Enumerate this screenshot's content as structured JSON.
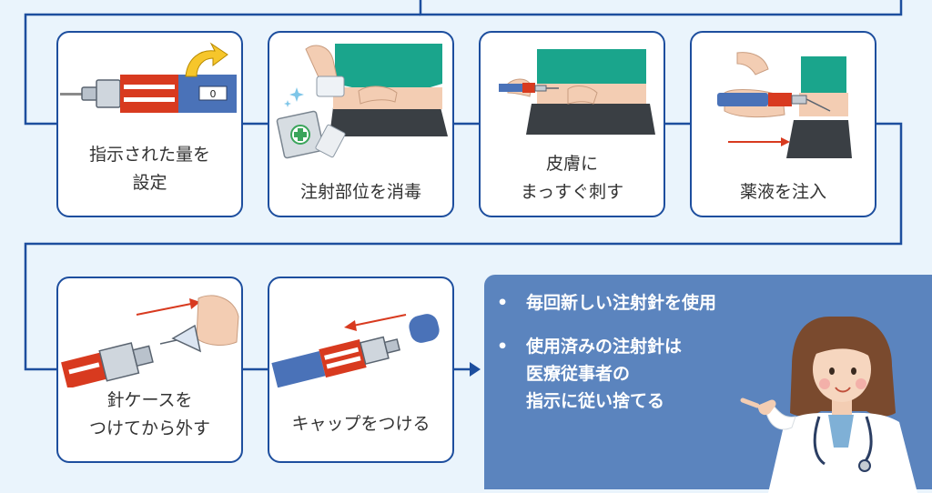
{
  "steps": [
    {
      "lines": [
        "指示された量を",
        "設定"
      ],
      "dial_value": "0"
    },
    {
      "lines": [
        "注射部位を消毒"
      ]
    },
    {
      "lines": [
        "皮膚に",
        "まっすぐ刺す"
      ]
    },
    {
      "lines": [
        "薬液を注入"
      ]
    },
    {
      "lines": [
        "針ケースを",
        "つけてから外す"
      ]
    },
    {
      "lines": [
        "キャップをつける"
      ]
    }
  ],
  "notes": {
    "bullet_symbol": "•",
    "items": [
      {
        "lines": [
          "毎回新しい注射針を使用"
        ]
      },
      {
        "lines": [
          "使用済みの注射針は",
          "医療従事者の",
          "指示に従い捨てる"
        ]
      }
    ]
  },
  "colors": {
    "background": "#eaf4fc",
    "card_border": "#1d4e9e",
    "flow_line": "#1d4e9e",
    "note_panel": "#5b84be",
    "pen_red": "#d83a1f",
    "pen_blue": "#4a72b8",
    "arrow_red": "#d83a1f"
  }
}
